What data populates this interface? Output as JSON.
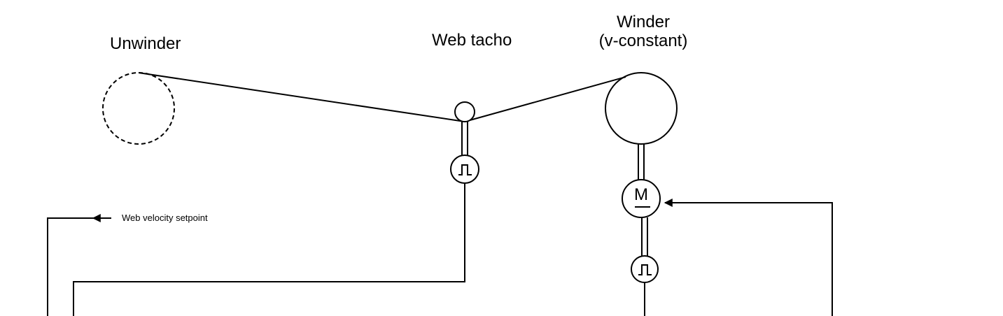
{
  "labels": {
    "unwinder": "Unwinder",
    "web_tacho": "Web tacho",
    "winder_line1": "Winder",
    "winder_line2": "(v-constant)",
    "web_velocity_setpoint": "Web velocity setpoint",
    "motor_symbol": "M"
  },
  "colors": {
    "stroke": "#000000",
    "background": "#ffffff"
  },
  "icons": {
    "tacho": "pulse-encoder-icon",
    "motor": "motor-icon"
  }
}
